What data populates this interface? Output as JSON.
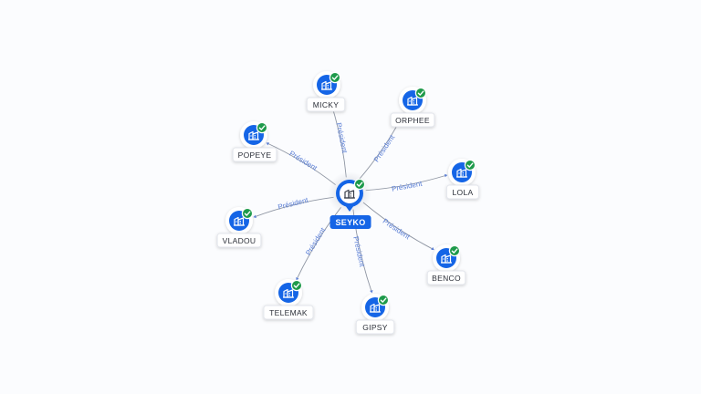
{
  "colors": {
    "node_blue": "#1565e6",
    "check_green": "#1e9a4b",
    "edge_gray": "#8f96a3",
    "edge_label_blue": "#5b7fd6",
    "background": "#fbfcfe"
  },
  "center": {
    "label": "SEYKO",
    "icon": "company-building-icon",
    "verified": true
  },
  "relation_label": "Président",
  "nodes": [
    {
      "id": "micky",
      "label": "MICKY",
      "icon": "company-building-icon",
      "verified": true,
      "relation": "Président"
    },
    {
      "id": "orphee",
      "label": "ORPHEE",
      "icon": "company-building-icon",
      "verified": true,
      "relation": "Président"
    },
    {
      "id": "popeye",
      "label": "POPEYE",
      "icon": "company-building-icon",
      "verified": true,
      "relation": "Président"
    },
    {
      "id": "lola",
      "label": "LOLA",
      "icon": "company-building-icon",
      "verified": true,
      "relation": "Président"
    },
    {
      "id": "vladou",
      "label": "VLADOU",
      "icon": "company-building-icon",
      "verified": true,
      "relation": "Président"
    },
    {
      "id": "benco",
      "label": "BENCO",
      "icon": "company-building-icon",
      "verified": true,
      "relation": "Président"
    },
    {
      "id": "telemak",
      "label": "TELEMAK",
      "icon": "company-building-icon",
      "verified": true,
      "relation": "Président"
    },
    {
      "id": "gipsy",
      "label": "GIPSY",
      "icon": "company-building-icon",
      "verified": true,
      "relation": "Président"
    }
  ]
}
